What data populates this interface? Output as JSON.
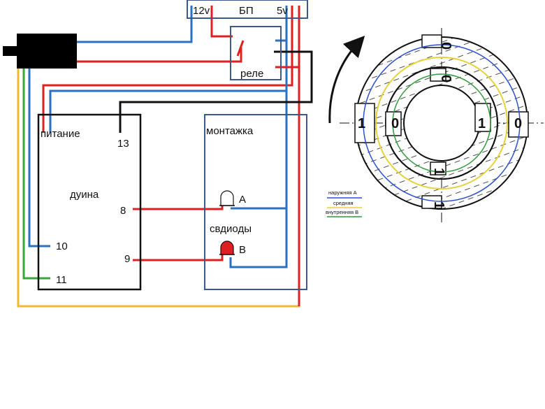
{
  "colors": {
    "wire_12v": "#e02020",
    "wire_5v": "#2a72c0",
    "wire_signal": "#111111",
    "wire_green": "#3aa53a",
    "wire_yellow": "#f2b830",
    "box": "#3a5a8c",
    "ring_a": "#2a4fcf",
    "ring_b": "#e8d23a",
    "ring_c": "#2e9a3a"
  },
  "psu": {
    "label": "БП",
    "v12": "12v",
    "v5": "5v"
  },
  "relay": {
    "label": "реле"
  },
  "controller": {
    "name": "дуина",
    "power": "питание",
    "pins": {
      "p13": "13",
      "p8": "8",
      "p9": "9",
      "p10": "10",
      "p11": "11"
    }
  },
  "mount": {
    "label": "монтажка",
    "leds": "свдиоды",
    "led_a": "A",
    "led_b": "B"
  },
  "legend": {
    "outer": "наружняя А",
    "middle": "средняя",
    "inner": "внутренняя В"
  },
  "dial": {
    "outer_left": "1",
    "outer_right": "0",
    "inner_left": "0",
    "inner_right": "1",
    "top_outer": "0",
    "top_inner": "0",
    "bottom_inner": "1",
    "bottom_outer": "1"
  }
}
